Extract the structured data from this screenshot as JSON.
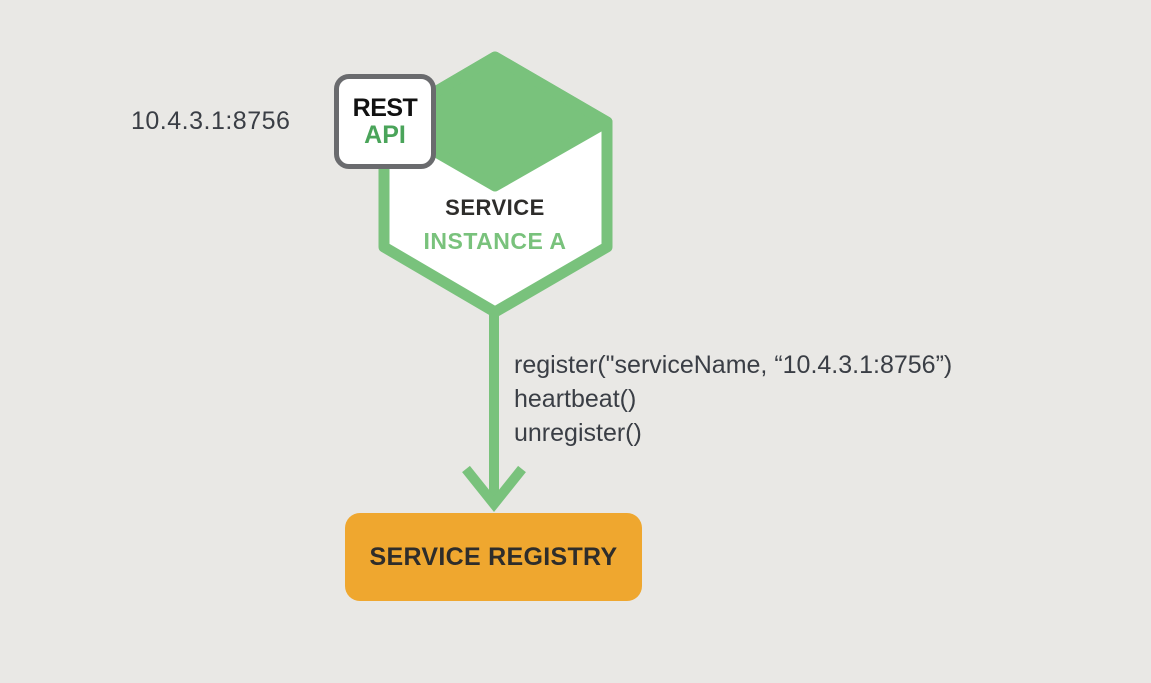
{
  "colors": {
    "background": "#e9e8e5",
    "green": "#79c27c",
    "green-dark": "#4aa45a",
    "gray-border": "#6a6b6e",
    "orange": "#efa72f",
    "ink": "#3a3e45",
    "ink-strong": "#2e2d2b"
  },
  "ip_label": "10.4.3.1:8756",
  "badge": {
    "line1": "REST",
    "line2": "API"
  },
  "hexagon": {
    "title": "SERVICE",
    "subtitle": "INSTANCE A"
  },
  "calls": [
    "register(\"serviceName, “10.4.3.1:8756”)",
    "heartbeat()",
    "unregister()"
  ],
  "registry_label": "SERVICE REGISTRY"
}
